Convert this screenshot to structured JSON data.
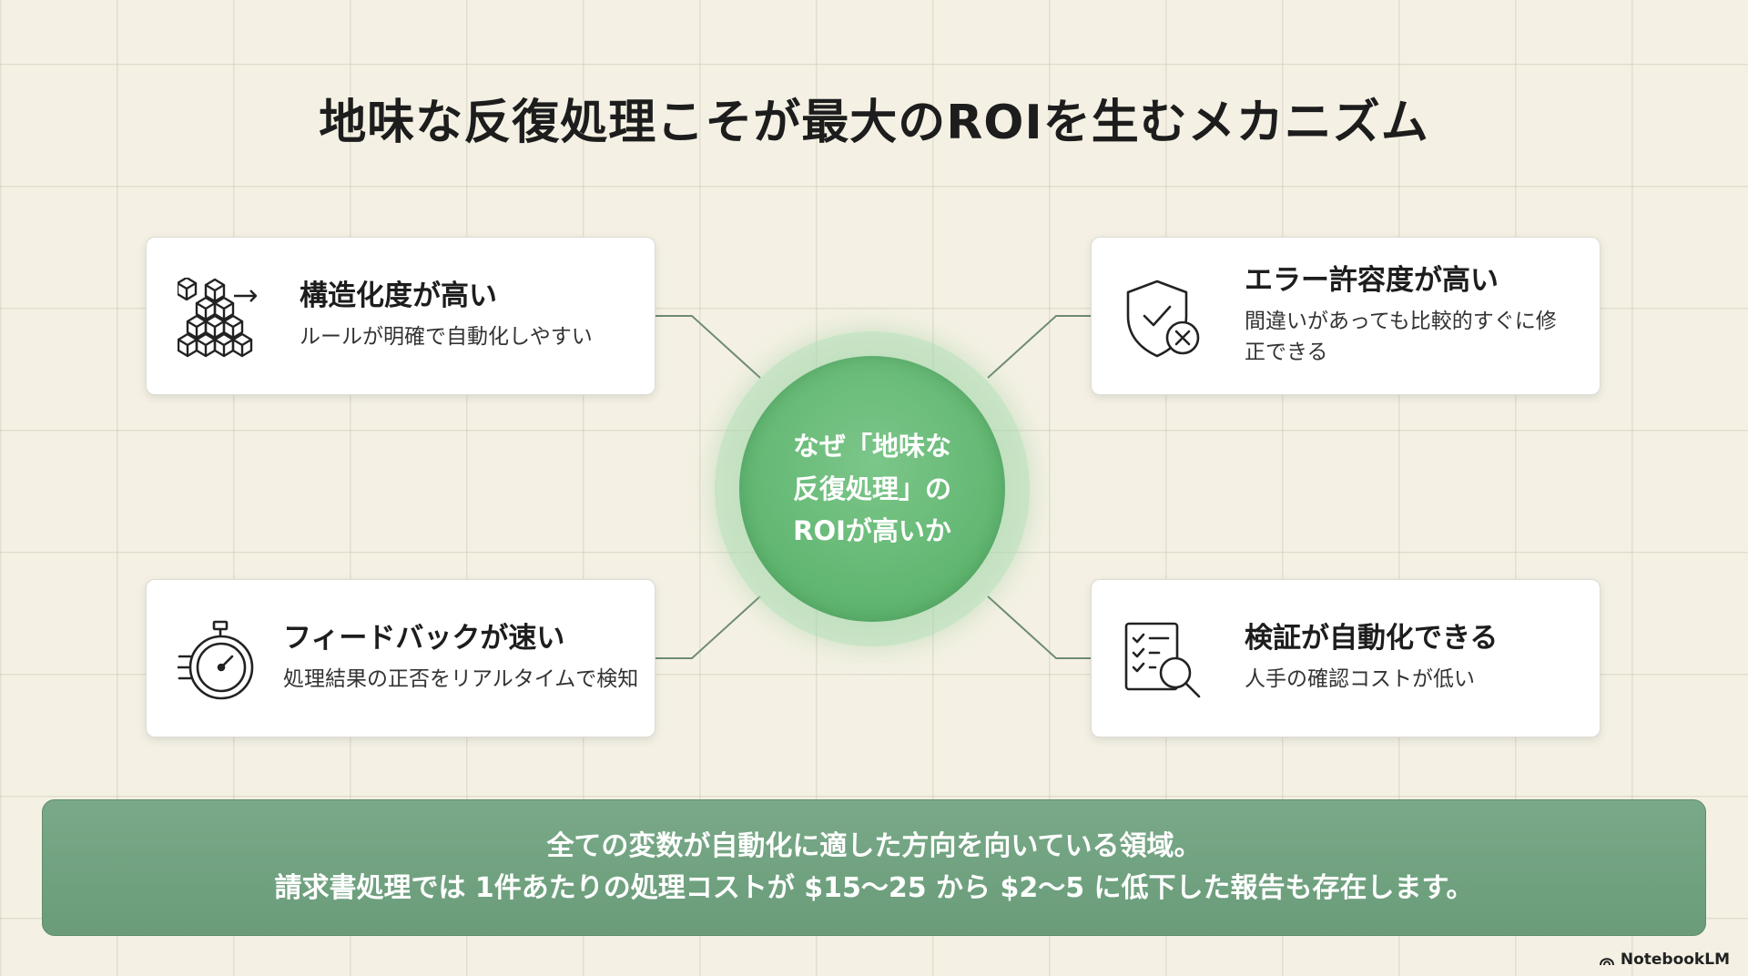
{
  "title": "地味な反復処理こそが最大のROIを生むメカニズム",
  "hub": {
    "line1": "なぜ「地味な",
    "line2": "反復処理」の",
    "line3": "ROIが高いか"
  },
  "cards": {
    "top_left": {
      "heading": "構造化度が高い",
      "body": "ルールが明確で自動化しやすい",
      "icon": "blocks-icon"
    },
    "top_right": {
      "heading": "エラー許容度が高い",
      "body": "間違いがあっても比較的すぐに修正できる",
      "icon": "shield-x-icon"
    },
    "bottom_left": {
      "heading": "フィードバックが速い",
      "body": "処理結果の正否をリアルタイムで検知",
      "icon": "stopwatch-icon"
    },
    "bottom_right": {
      "heading": "検証が自動化できる",
      "body": "人手の確認コストが低い",
      "icon": "checklist-search-icon"
    }
  },
  "banner": {
    "line1": "全ての変数が自動化に適した方向を向いている領域。",
    "line2": "請求書処理では 1件あたりの処理コストが $15〜25 から $2〜5 に低下した報告も存在します。"
  },
  "brand": "NotebookLM",
  "colors": {
    "accent": "#5fb56f",
    "banner": "#6a9c7a",
    "background": "#f4f1e4"
  }
}
